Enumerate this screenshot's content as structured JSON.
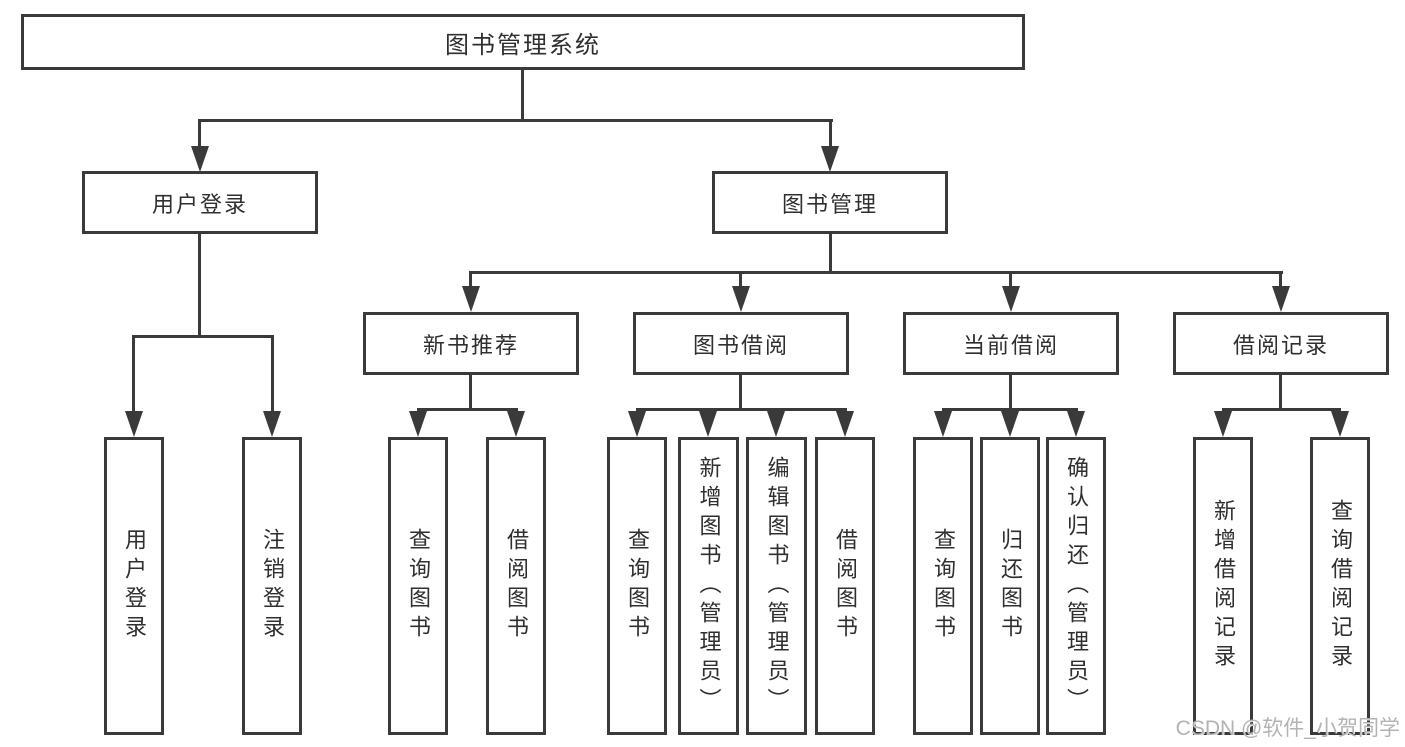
{
  "tree": {
    "root": "图书管理系统",
    "user": {
      "label": "用户登录",
      "leaves": [
        "用户登录",
        "注销登录"
      ]
    },
    "management": {
      "label": "图书管理",
      "sections": [
        {
          "label": "新书推荐",
          "leaves": [
            "查询图书",
            "借阅图书"
          ]
        },
        {
          "label": "图书借阅",
          "leaves": [
            "查询图书",
            "新增图书（管理员）",
            "编辑图书（管理员）",
            "借阅图书"
          ]
        },
        {
          "label": "当前借阅",
          "leaves": [
            "查询图书",
            "归还图书",
            "确认归还（管理员）"
          ]
        },
        {
          "label": "借阅记录",
          "leaves": [
            "新增借阅记录",
            "查询借阅记录"
          ]
        }
      ]
    }
  },
  "watermark": "CSDN @软件_小贺同学",
  "colors": {
    "line": "#3a3a3a",
    "box_border": "#3a3a3a",
    "box_background": "#ffffff",
    "text": "#2f2f2f",
    "watermark": "#b3b3b3"
  }
}
